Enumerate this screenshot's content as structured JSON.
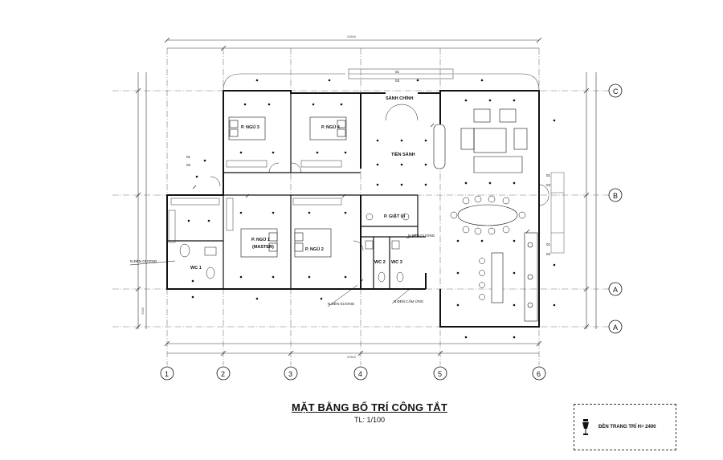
{
  "drawing": {
    "title": "MẶT BẰNG BỐ TRÍ CÔNG TẮT",
    "scale": "TL: 1/100",
    "legend_text": "ĐÈN TRANG TRÍ H= 2400"
  },
  "rooms": {
    "bed3": "P. NGỦ 3",
    "bed4": "P. NGỦ 4",
    "main_hall": "SẢNH CHÍNH",
    "foyer": "TIỀN SẢNH",
    "laundry": "P. GIẶT ỦI",
    "bed1": "P. NGỦ 1",
    "bed1_sub": "(MASTER)",
    "bed2": "P. NGỦ 2",
    "wc1": "WC 1",
    "wc2": "WC 2",
    "wc3": "WC 3"
  },
  "notes": {
    "mirror_light_1": "N.ĐÈN GƯƠNG",
    "mirror_light_2": "N.ĐÈN GƯƠNG",
    "mirror_light_3": "N.ĐÈN GƯƠNG",
    "motion_light": "N.ĐÈN CẢM ỨNG"
  },
  "grid": {
    "columns": [
      "1",
      "2",
      "3",
      "4",
      "5",
      "6"
    ],
    "rows": [
      "C",
      "B",
      "A",
      "A"
    ]
  },
  "dimensions": {
    "top_total": "20600",
    "bottom_total": "20600",
    "left_side": "2000"
  },
  "tags": {
    "t01": "01",
    "t03": "03"
  }
}
